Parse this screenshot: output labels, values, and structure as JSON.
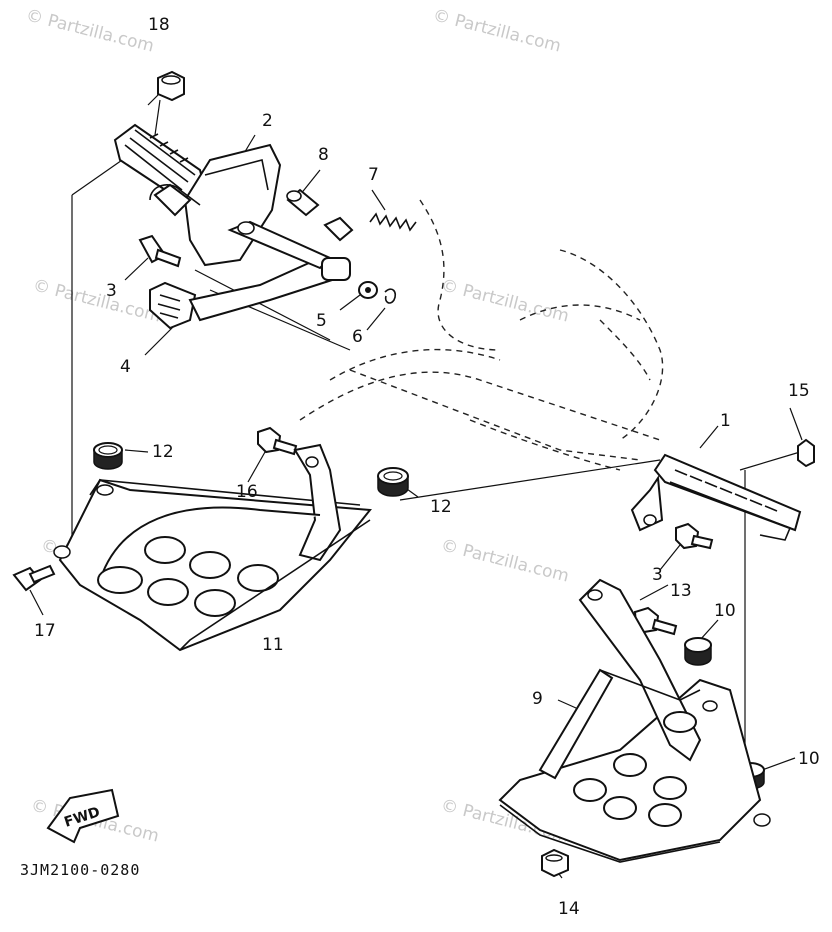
{
  "watermarks": [
    "© Partzilla.com",
    "© Partzilla.com",
    "© Partzilla.com",
    "© Partzilla.com",
    "© Partzilla.com",
    "© Partzilla.com",
    "© Partzilla.com",
    "© Partzilla.com"
  ],
  "callouts": {
    "c1": "1",
    "c2": "2",
    "c3a": "3",
    "c3b": "3",
    "c4": "4",
    "c5": "5",
    "c6": "6",
    "c7": "7",
    "c8": "8",
    "c9": "9",
    "c10a": "10",
    "c10b": "10",
    "c11": "11",
    "c12a": "12",
    "c12b": "12",
    "c13": "13",
    "c14": "14",
    "c15": "15",
    "c16": "16",
    "c17": "17",
    "c18": "18"
  },
  "fwd_label": "FWD",
  "diagram_code": "3JM2100-0280",
  "colors": {
    "ink": "#111111",
    "watermark": "#c9c9c9",
    "background": "#ffffff"
  }
}
